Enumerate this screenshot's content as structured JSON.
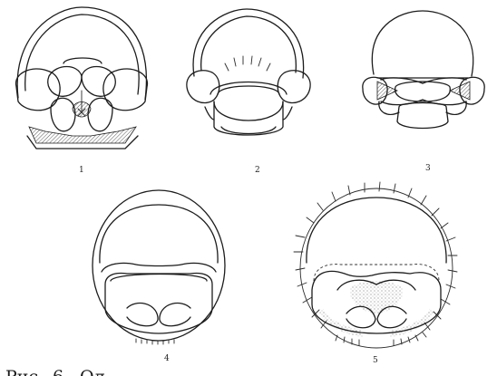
{
  "figure": {
    "panels": [
      {
        "id": "1",
        "label": "1"
      },
      {
        "id": "2",
        "label": "2"
      },
      {
        "id": "3",
        "label": "3"
      },
      {
        "id": "4",
        "label": "4"
      },
      {
        "id": "5",
        "label": "5"
      }
    ],
    "caption": {
      "prefix": "Рис.",
      "number": "6.",
      "words": [
        "Ол",
        "...",
        "...",
        "..."
      ]
    }
  }
}
